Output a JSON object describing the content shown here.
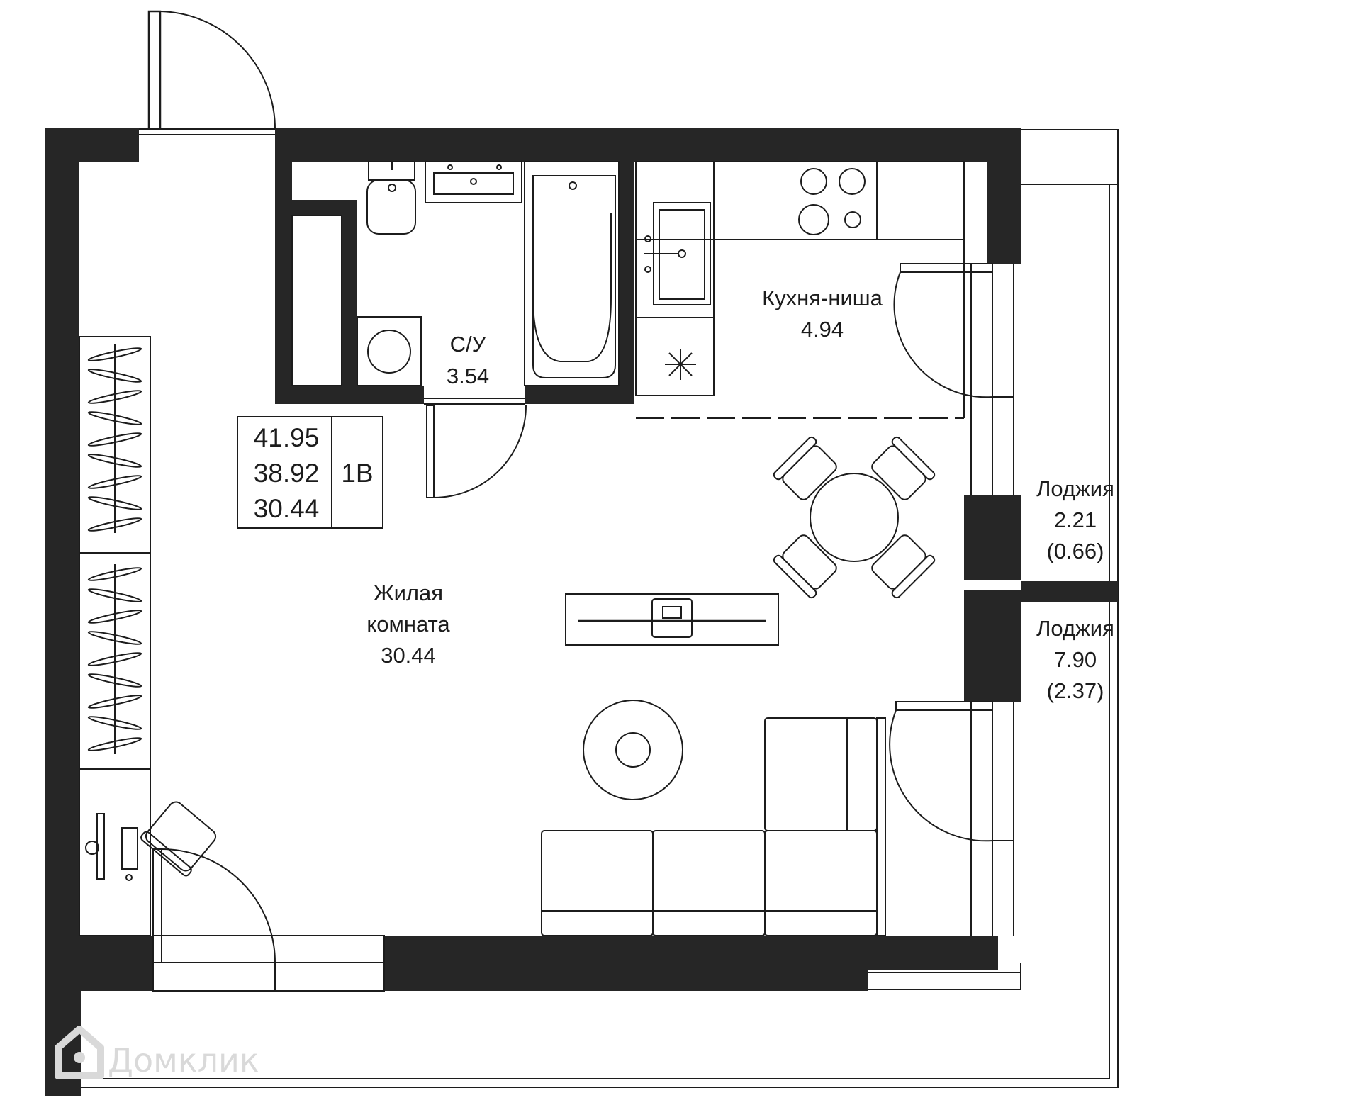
{
  "plan": {
    "colors": {
      "wall": "#262626",
      "line": "#1c1c1c",
      "watermark": "#d9d9d9",
      "background": "#ffffff"
    },
    "rooms": {
      "bathroom": {
        "name": "С/У",
        "area": "3.54"
      },
      "kitchen": {
        "name": "Кухня-ниша",
        "area": "4.94"
      },
      "living": {
        "name_line1": "Жилая",
        "name_line2": "комната",
        "area": "30.44"
      },
      "loggia_small": {
        "name": "Лоджия",
        "area": "2.21",
        "reduced": "(0.66)"
      },
      "loggia_large": {
        "name": "Лоджия",
        "area": "7.90",
        "reduced": "(2.37)"
      }
    },
    "spec_box": {
      "total_area": "41.95",
      "area_without_loggias": "38.92",
      "living_area": "30.44",
      "type": "1В"
    },
    "watermark": {
      "text": "Домклик",
      "icon": "domclick-house-icon"
    }
  }
}
